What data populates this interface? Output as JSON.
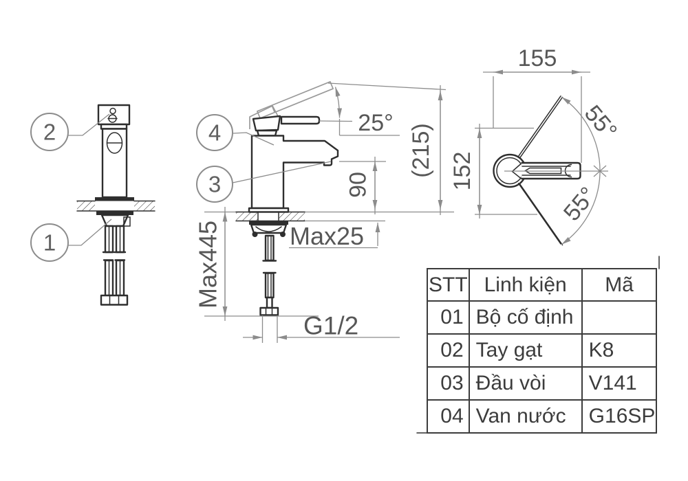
{
  "callouts": {
    "c1": "1",
    "c2": "2",
    "c3": "3",
    "c4": "4"
  },
  "dimensions": {
    "total_height": "(215)",
    "spout_height": "90",
    "handle_angle": "25°",
    "max_counter_thickness": "Max25",
    "max_under_counter": "Max445",
    "thread_size": "G1/2",
    "top_width": "155",
    "top_depth": "152",
    "swing_upper": "55°",
    "swing_lower": "55°"
  },
  "parts_table": {
    "headers": [
      "STT",
      "Linh kiện",
      "Mã"
    ],
    "rows": [
      {
        "stt": "01",
        "name": "Bộ cố định",
        "code": ""
      },
      {
        "stt": "02",
        "name": "Tay gạt",
        "code": "K8"
      },
      {
        "stt": "03",
        "name": "Đầu vòi",
        "code": "V141"
      },
      {
        "stt": "04",
        "name": "Van nước",
        "code": "G16SP"
      }
    ]
  },
  "colors": {
    "line": "#2e2e2e",
    "dim": "#8c8c8c",
    "text": "#575757"
  }
}
